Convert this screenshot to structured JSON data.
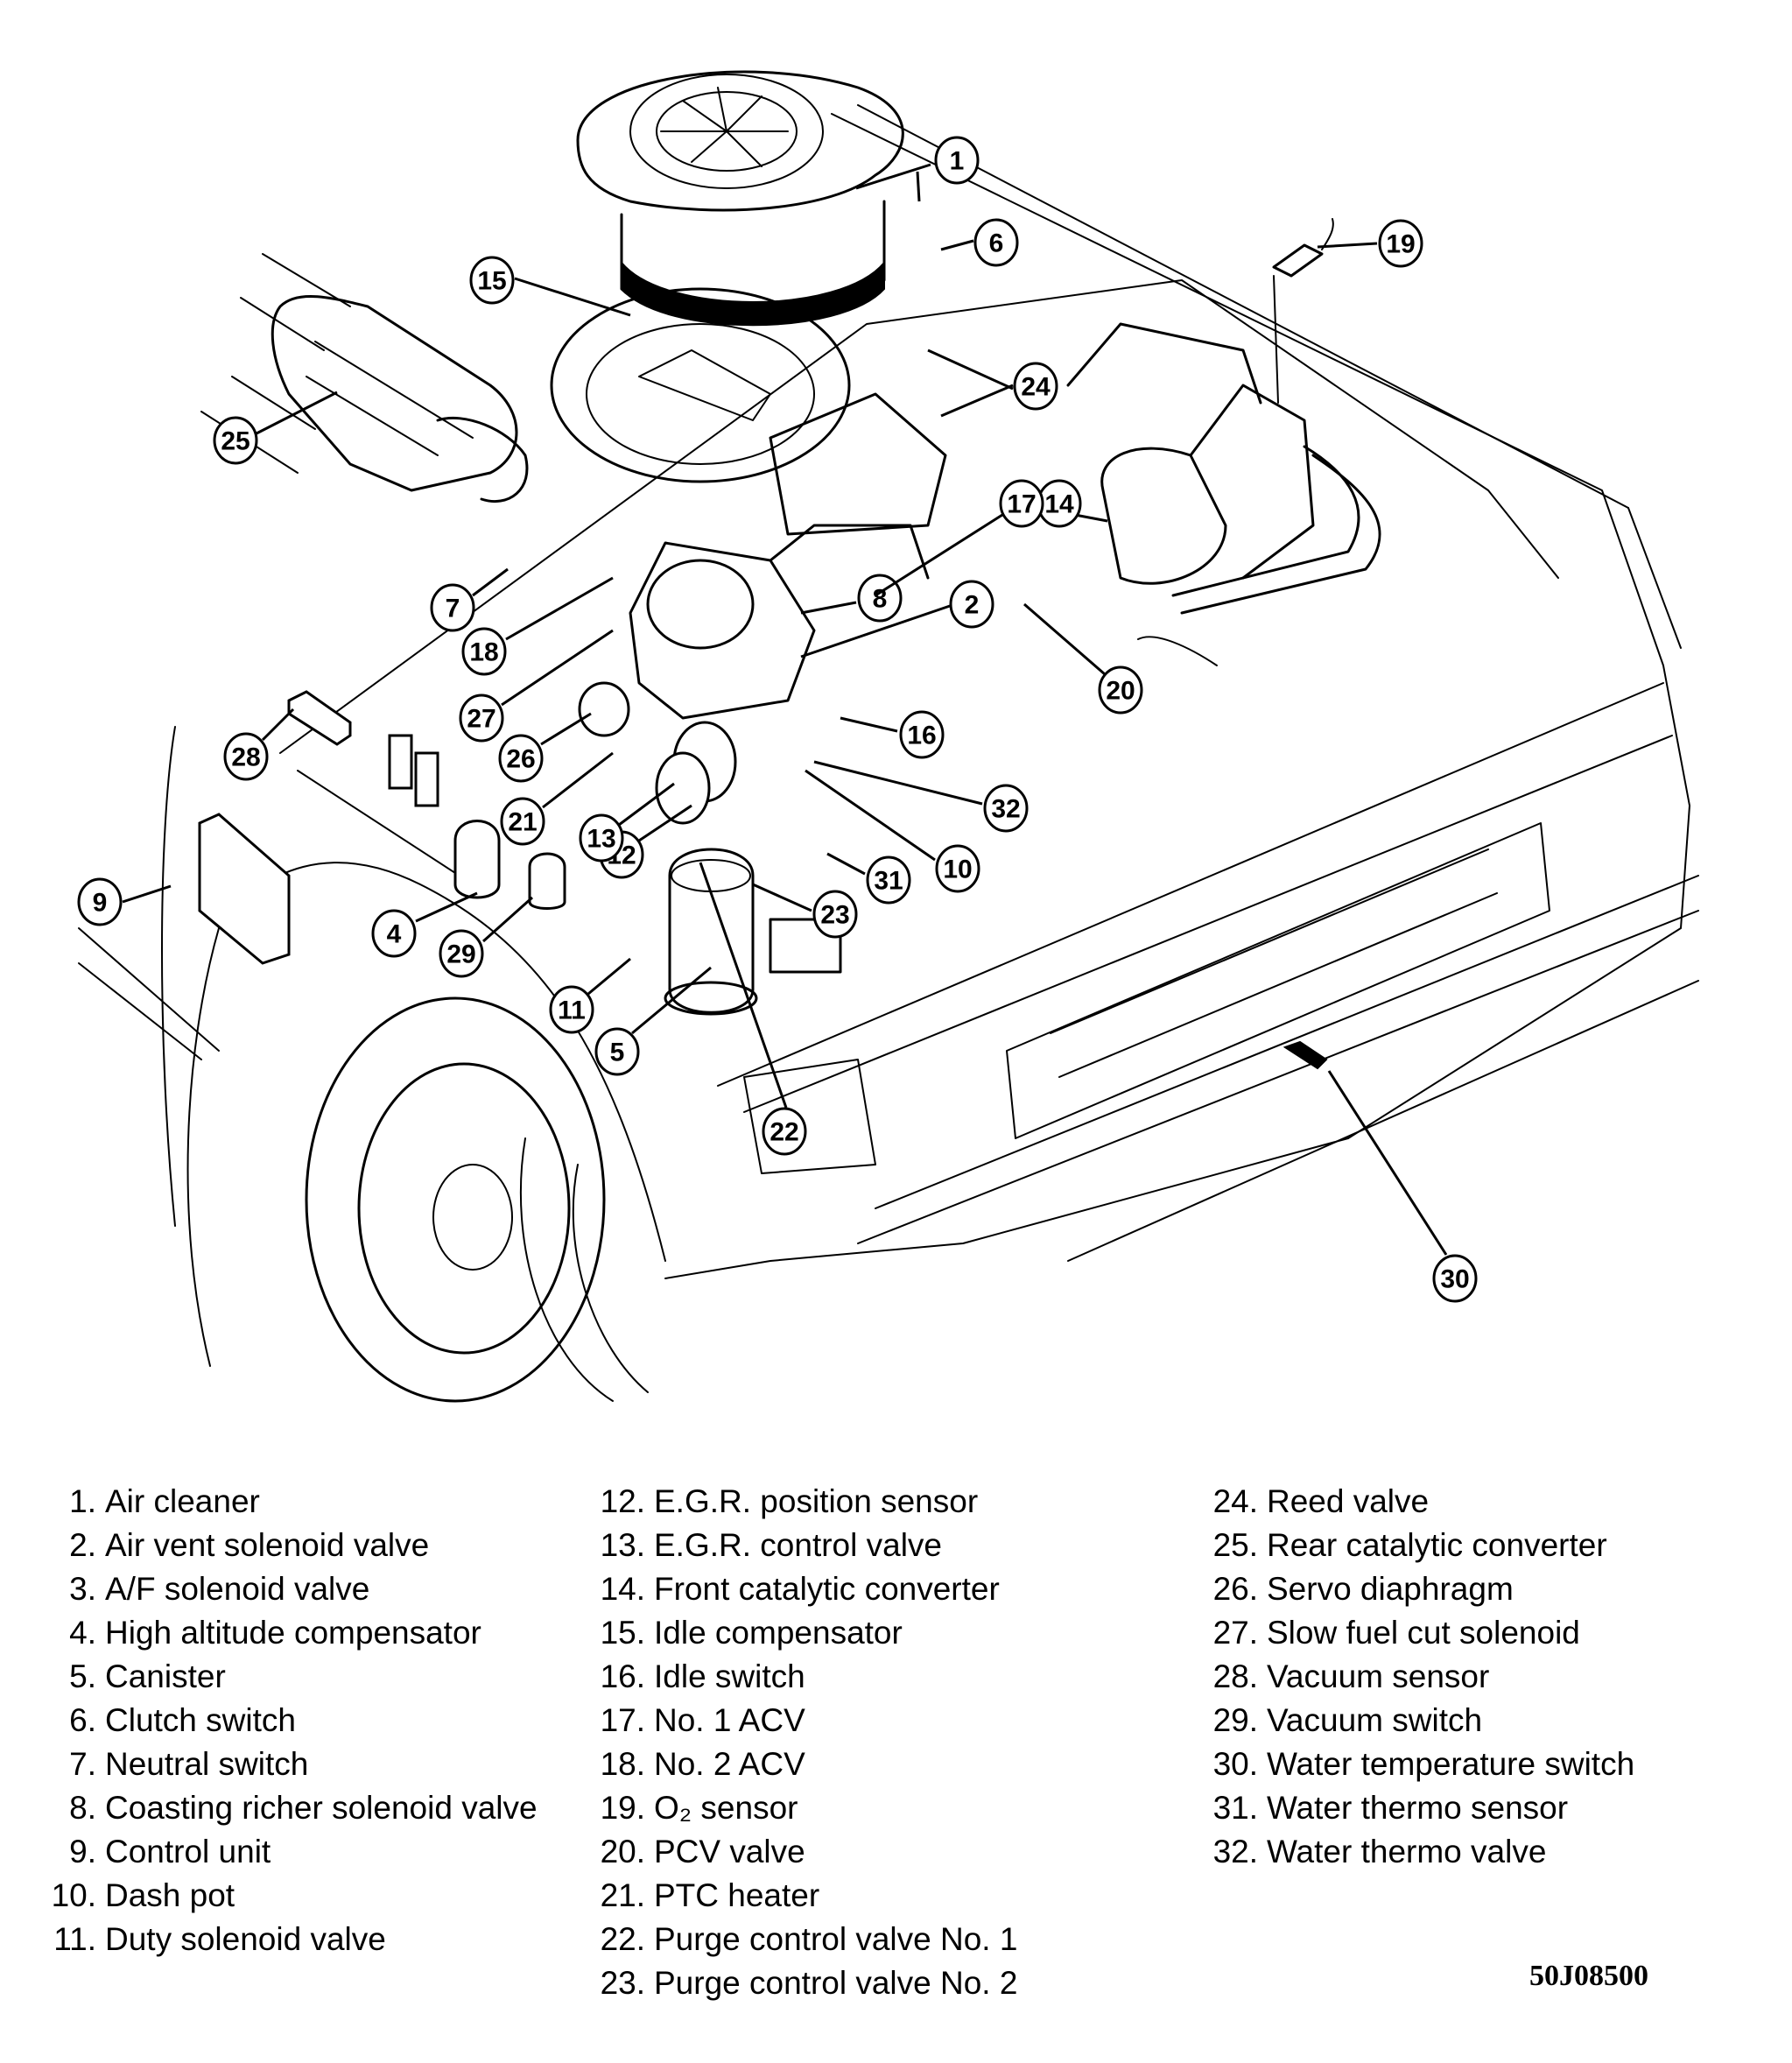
{
  "figure": {
    "title": "Emission control component locations",
    "figure_id": "50J08500"
  },
  "callouts": [
    {
      "number": "1"
    },
    {
      "number": "2"
    },
    {
      "number": "4"
    },
    {
      "number": "5"
    },
    {
      "number": "6"
    },
    {
      "number": "7"
    },
    {
      "number": "8"
    },
    {
      "number": "9"
    },
    {
      "number": "10"
    },
    {
      "number": "11"
    },
    {
      "number": "12"
    },
    {
      "number": "13"
    },
    {
      "number": "14"
    },
    {
      "number": "15"
    },
    {
      "number": "16"
    },
    {
      "number": "17"
    },
    {
      "number": "18"
    },
    {
      "number": "19"
    },
    {
      "number": "20"
    },
    {
      "number": "21"
    },
    {
      "number": "22"
    },
    {
      "number": "23"
    },
    {
      "number": "24"
    },
    {
      "number": "25"
    },
    {
      "number": "26"
    },
    {
      "number": "27"
    },
    {
      "number": "28"
    },
    {
      "number": "29"
    },
    {
      "number": "30"
    },
    {
      "number": "31"
    },
    {
      "number": "32"
    }
  ],
  "legend": {
    "columns": [
      [
        {
          "num": "1.",
          "label": "Air cleaner"
        },
        {
          "num": "2.",
          "label": "Air vent solenoid valve"
        },
        {
          "num": "3.",
          "label": "A/F solenoid valve"
        },
        {
          "num": "4.",
          "label": "High altitude compensator"
        },
        {
          "num": "5.",
          "label": "Canister"
        },
        {
          "num": "6.",
          "label": "Clutch switch"
        },
        {
          "num": "7.",
          "label": "Neutral switch"
        },
        {
          "num": "8.",
          "label": "Coasting richer solenoid valve"
        },
        {
          "num": "9.",
          "label": "Control unit"
        },
        {
          "num": "10.",
          "label": "Dash pot"
        },
        {
          "num": "11.",
          "label": "Duty solenoid valve"
        }
      ],
      [
        {
          "num": "12.",
          "label": "E.G.R. position sensor"
        },
        {
          "num": "13.",
          "label": "E.G.R. control valve"
        },
        {
          "num": "14.",
          "label": "Front catalytic converter"
        },
        {
          "num": "15.",
          "label": "Idle compensator"
        },
        {
          "num": "16.",
          "label": "Idle switch"
        },
        {
          "num": "17.",
          "label": "No. 1 ACV"
        },
        {
          "num": "18.",
          "label": "No. 2 ACV"
        },
        {
          "num": "19.",
          "label": "O₂ sensor"
        },
        {
          "num": "20.",
          "label": "PCV valve"
        },
        {
          "num": "21.",
          "label": "PTC heater"
        },
        {
          "num": "22.",
          "label": "Purge control valve No. 1"
        },
        {
          "num": "23.",
          "label": "Purge control valve No. 2"
        }
      ],
      [
        {
          "num": "24.",
          "label": "Reed valve"
        },
        {
          "num": "25.",
          "label": "Rear catalytic converter"
        },
        {
          "num": "26.",
          "label": "Servo diaphragm"
        },
        {
          "num": "27.",
          "label": "Slow fuel cut solenoid"
        },
        {
          "num": "28.",
          "label": "Vacuum sensor"
        },
        {
          "num": "29.",
          "label": "Vacuum switch"
        },
        {
          "num": "30.",
          "label": "Water temperature switch"
        },
        {
          "num": "31.",
          "label": "Water thermo sensor"
        },
        {
          "num": "32.",
          "label": "Water thermo valve"
        }
      ]
    ]
  }
}
